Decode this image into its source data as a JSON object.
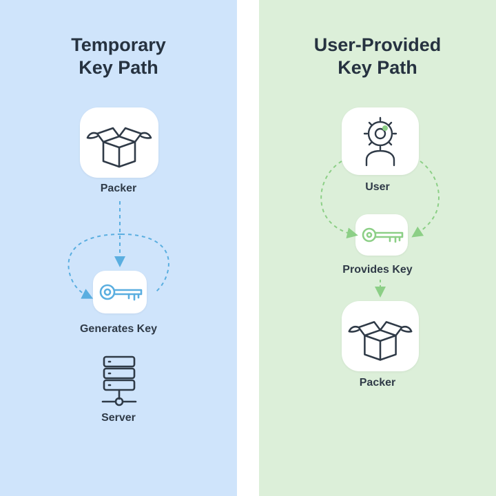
{
  "left_panel": {
    "title_line1": "Temporary",
    "title_line2": "Key Path",
    "nodes": {
      "packer": {
        "label": "Packer",
        "icon": "package-icon"
      },
      "generate": {
        "label": "Generates Key",
        "icon": "key-icon"
      },
      "server": {
        "label": "Server",
        "icon": "server-icon"
      }
    },
    "accent": "#5aaee0",
    "background": "#cfe4fb"
  },
  "right_panel": {
    "title_line1": "User-Provided",
    "title_line2": "Key Path",
    "nodes": {
      "user": {
        "label": "User",
        "icon": "user-gear-icon"
      },
      "provide": {
        "label": "Provides Key",
        "icon": "key-icon"
      },
      "packer": {
        "label": "Packer",
        "icon": "package-icon"
      }
    },
    "accent": "#8ccf86",
    "background": "#dcefd9"
  },
  "colors": {
    "title": "#263240",
    "icon_stroke": "#2f3a47",
    "tile": "#ffffff"
  }
}
